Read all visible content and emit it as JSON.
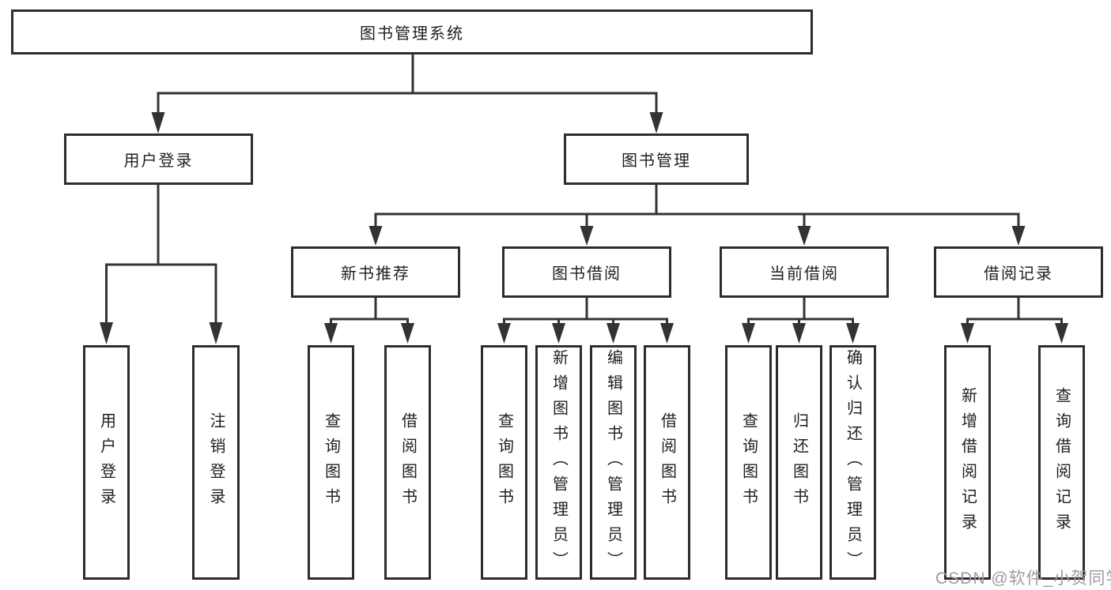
{
  "diagram": {
    "root": "图书管理系统",
    "level2": [
      "用户登录",
      "图书管理"
    ],
    "level3": [
      "新书推荐",
      "图书借阅",
      "当前借阅",
      "借阅记录"
    ],
    "leaves": {
      "user_login": [
        "用户登录",
        "注销登录"
      ],
      "new_book_recommend": [
        "查询图书",
        "借阅图书"
      ],
      "book_borrow": [
        "查询图书",
        "新增图书（管理员）",
        "编辑图书（管理员）",
        "借阅图书"
      ],
      "current_borrow": [
        "查询图书",
        "归还图书",
        "确认归还（管理员）"
      ],
      "borrow_records": [
        "新增借阅记录",
        "查询借阅记录"
      ]
    }
  },
  "watermark": {
    "text": "CSDN @软件_小贺同学"
  },
  "colors": {
    "line": "#333333",
    "box_border": "#2d2d2d",
    "text": "#1f1f1f",
    "watermark": "#9c9ca2",
    "background": "#ffffff"
  }
}
